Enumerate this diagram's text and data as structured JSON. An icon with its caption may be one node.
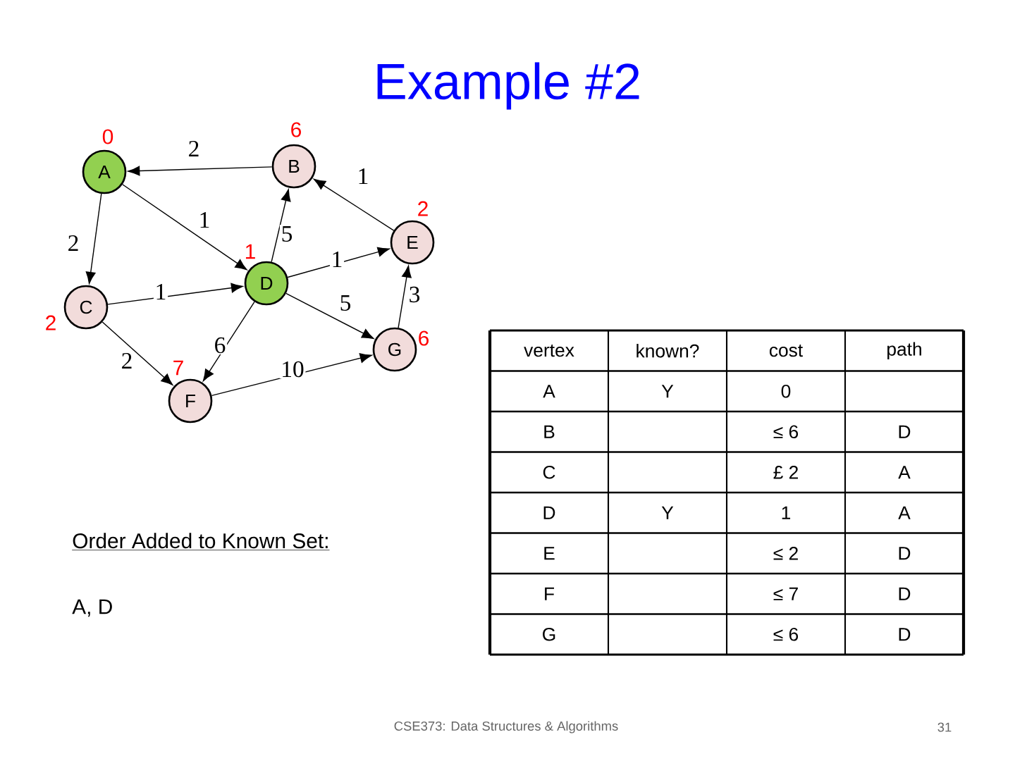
{
  "diagram": {
    "title": "Example #2",
    "nodes": [
      {
        "text": [
          "A"
        ],
        "beside": [
          "0"
        ]
      },
      {
        "text": [
          "B"
        ],
        "beside": [
          "6"
        ]
      },
      {
        "text": [
          "E"
        ],
        "beside": [
          "2"
        ]
      },
      {
        "text": [
          "D"
        ],
        "beside": [
          "1"
        ]
      },
      {
        "text": [
          "C"
        ],
        "beside": [
          "2"
        ]
      },
      {
        "text": [
          "G"
        ],
        "beside": [
          "6"
        ]
      },
      {
        "text": [
          "F"
        ],
        "beside": [
          "7"
        ]
      }
    ],
    "edges": [
      {
        "from": 1,
        "to": 0,
        "arrow": "to",
        "label": "2"
      },
      {
        "from": 2,
        "to": 1,
        "arrow": "to",
        "label": "1"
      },
      {
        "from": 0,
        "to": 3,
        "arrow": "to",
        "label": "1"
      },
      {
        "from": 3,
        "to": 1,
        "arrow": "to",
        "label": "5"
      },
      {
        "from": 0,
        "to": 4,
        "arrow": "to",
        "label": "2"
      },
      {
        "from": 3,
        "to": 2,
        "arrow": "to",
        "label": "1"
      },
      {
        "from": 4,
        "to": 3,
        "arrow": "to",
        "label": "1"
      },
      {
        "from": 5,
        "to": 2,
        "arrow": "to",
        "label": "3"
      },
      {
        "from": 3,
        "to": 5,
        "arrow": "to",
        "label": "5"
      },
      {
        "from": 3,
        "to": 6,
        "arrow": "to",
        "label": "6"
      },
      {
        "from": 4,
        "to": 6,
        "arrow": "to",
        "label": "2"
      },
      {
        "from": 6,
        "to": 5,
        "arrow": "to",
        "label": "10"
      }
    ],
    "labels": [
      "Order Added to Known Set:",
      "A, D",
      "vertex",
      "known?",
      "cost",
      "path",
      "A",
      "Y",
      "0",
      "B",
      "≤ 6",
      "D",
      "C",
      "£ 2",
      "A",
      "D",
      "Y",
      "1",
      "A",
      "E",
      "≤ 2",
      "D",
      "F",
      "≤ 7",
      "D",
      "G",
      "≤ 6",
      "D",
      "CSE373: Data Structures & Algorithms",
      "31"
    ]
  }
}
